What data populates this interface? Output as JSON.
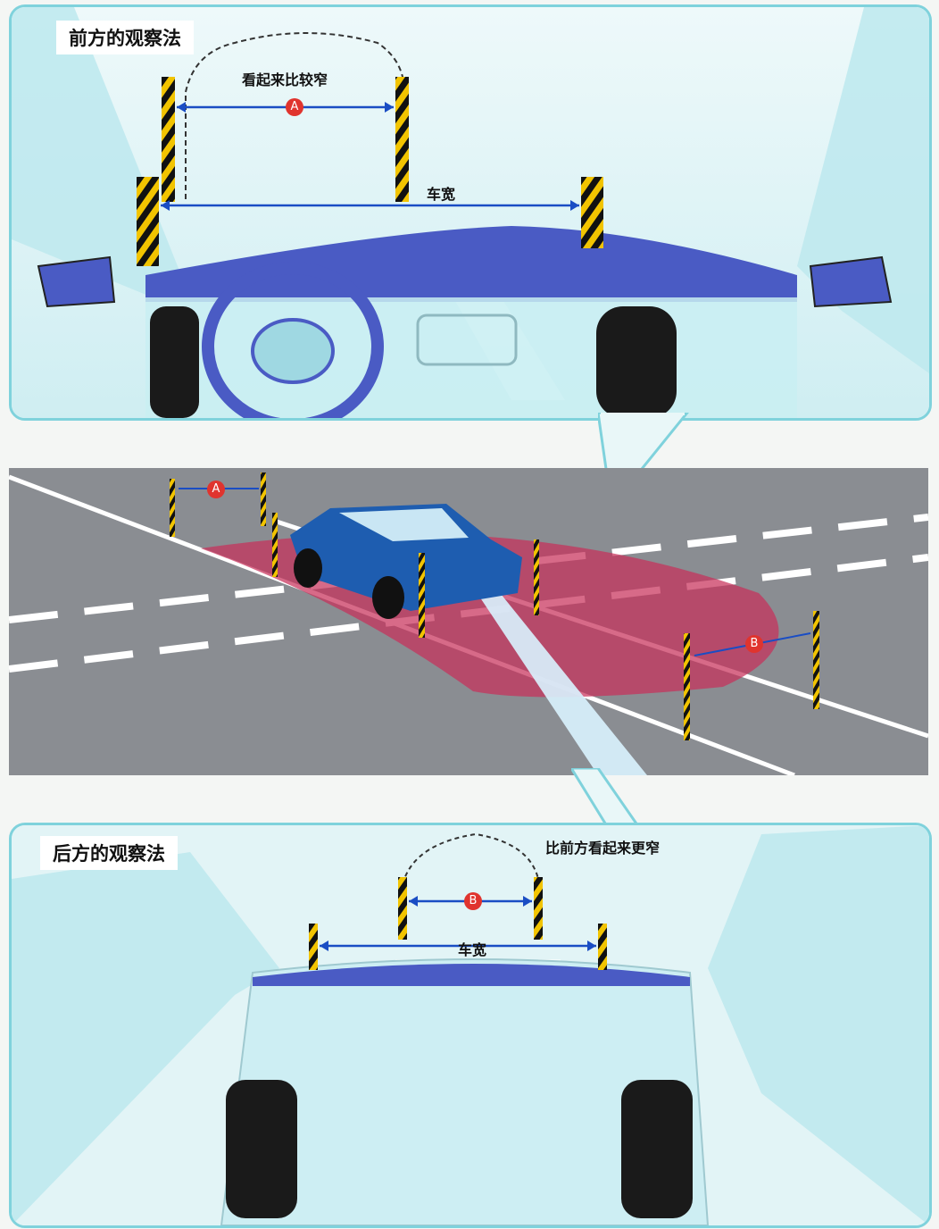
{
  "front": {
    "title": "前方的观察法",
    "narrow_label": "看起来比较窄",
    "width_label": "车宽",
    "marker": "A"
  },
  "scene": {
    "marker_a": "A",
    "marker_b": "B"
  },
  "rear": {
    "title": "后方的观察法",
    "narrow_label": "比前方看起来更窄",
    "width_label": "车宽",
    "marker": "B"
  },
  "colors": {
    "panel_border": "#7fd2dc",
    "dashboard": "#4a5bc4",
    "zone": "#c8305a",
    "badge": "#e0342e",
    "pole_yellow": "#f2c400",
    "pole_black": "#111111"
  }
}
